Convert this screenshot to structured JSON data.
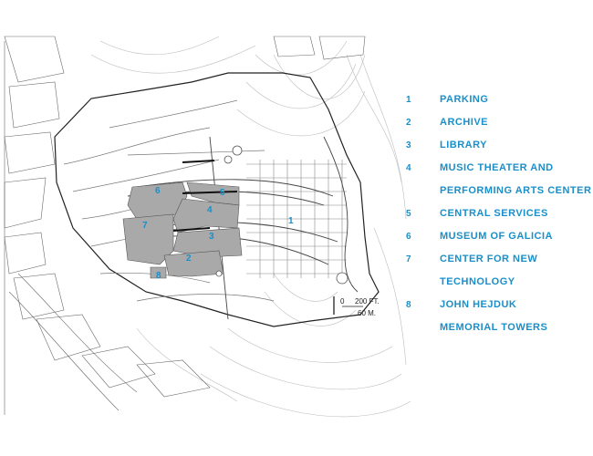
{
  "legend": [
    {
      "number": "1",
      "label": "PARKING"
    },
    {
      "number": "2",
      "label": "ARCHIVE"
    },
    {
      "number": "3",
      "label": "LIBRARY"
    },
    {
      "number": "4",
      "label": "MUSIC THEATER AND",
      "label_2": "PERFORMING ARTS CENTER"
    },
    {
      "number": "5",
      "label": "CENTRAL SERVICES"
    },
    {
      "number": "6",
      "label": "MUSEUM OF GALICIA"
    },
    {
      "number": "7",
      "label": "CENTER FOR NEW",
      "label_2": "TECHNOLOGY"
    },
    {
      "number": "8",
      "label": "JOHN HEJDUK",
      "label_2": "MEMORIAL TOWERS"
    }
  ],
  "scale": {
    "zero": "0",
    "feet": "200 FT.",
    "meters": "60 M."
  },
  "colors": {
    "accent": "#1a8fc9",
    "building": "#a9a9a9",
    "line": "#555555"
  }
}
